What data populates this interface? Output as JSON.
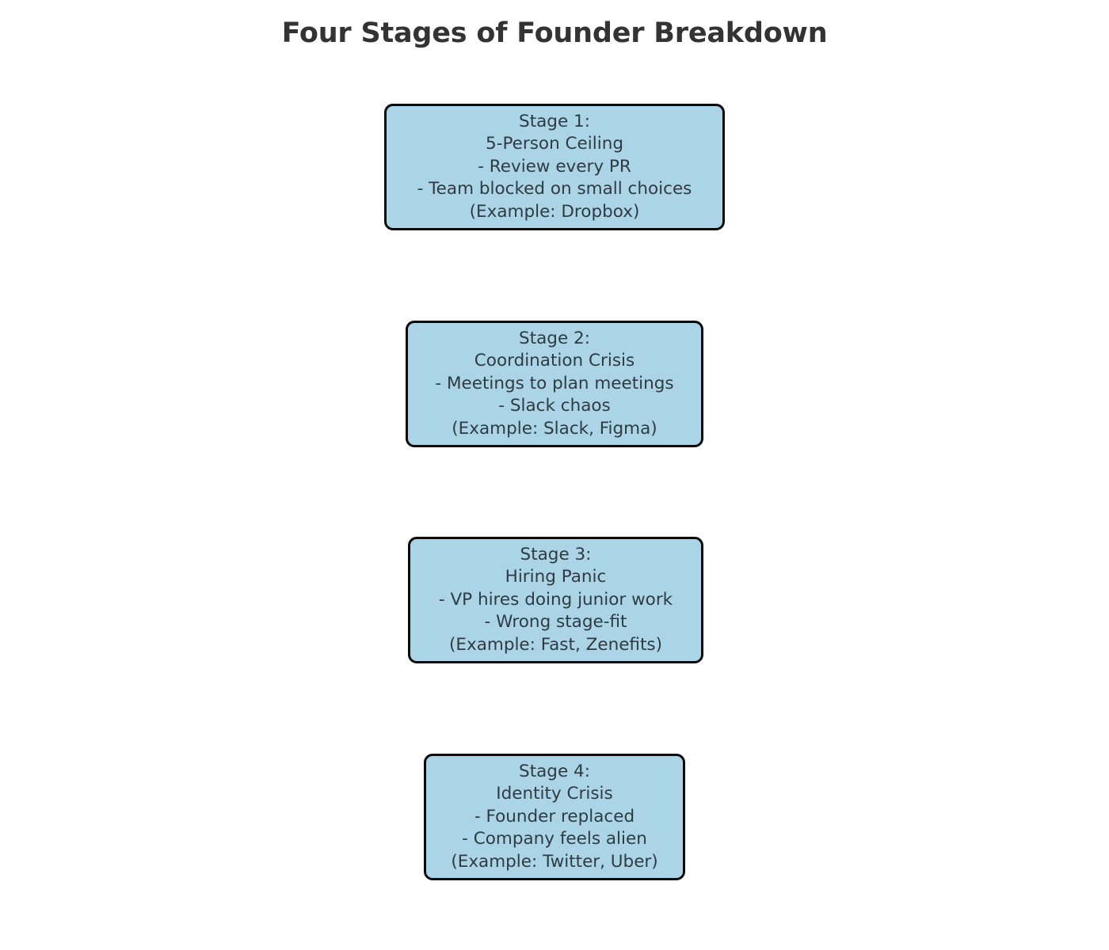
{
  "title": "Four Stages of Founder Breakdown",
  "colors": {
    "background": "#ffffff",
    "node_fill": "#abd5e6",
    "node_border": "#0a0a0a",
    "node_text": "#2e3b43",
    "title_text": "#333333"
  },
  "chart_data": {
    "type": "diagram",
    "title": "Four Stages of Founder Breakdown",
    "layout": "vertical-stack",
    "connectors": "none",
    "nodes": [
      {
        "id": "stage-1",
        "lines": [
          "Stage 1:",
          "5-Person Ceiling",
          "- Review every PR",
          "- Team blocked on small choices",
          "(Example: Dropbox)"
        ],
        "stage_number": 1,
        "stage_label": "Stage 1:",
        "stage_name": "5-Person Ceiling",
        "symptoms": [
          "- Review every PR",
          "- Team blocked on small choices"
        ],
        "example": "(Example: Dropbox)"
      },
      {
        "id": "stage-2",
        "lines": [
          "Stage 2:",
          "Coordination Crisis",
          "- Meetings to plan meetings",
          "- Slack chaos",
          "(Example: Slack, Figma)"
        ],
        "stage_number": 2,
        "stage_label": "Stage 2:",
        "stage_name": "Coordination Crisis",
        "symptoms": [
          "- Meetings to plan meetings",
          "- Slack chaos"
        ],
        "example": "(Example: Slack, Figma)"
      },
      {
        "id": "stage-3",
        "lines": [
          "Stage 3:",
          "Hiring Panic",
          "- VP hires doing junior work",
          "- Wrong stage-fit",
          "(Example: Fast, Zenefits)"
        ],
        "stage_number": 3,
        "stage_label": "Stage 3:",
        "stage_name": "Hiring Panic",
        "symptoms": [
          "- VP hires doing junior work",
          "- Wrong stage-fit"
        ],
        "example": "(Example: Fast, Zenefits)"
      },
      {
        "id": "stage-4",
        "lines": [
          "Stage 4:",
          "Identity Crisis",
          "- Founder replaced",
          "- Company feels alien",
          "(Example: Twitter, Uber)"
        ],
        "stage_number": 4,
        "stage_label": "Stage 4:",
        "stage_name": "Identity Crisis",
        "symptoms": [
          "- Founder replaced",
          "- Company feels alien"
        ],
        "example": "(Example: Twitter, Uber)"
      }
    ]
  }
}
